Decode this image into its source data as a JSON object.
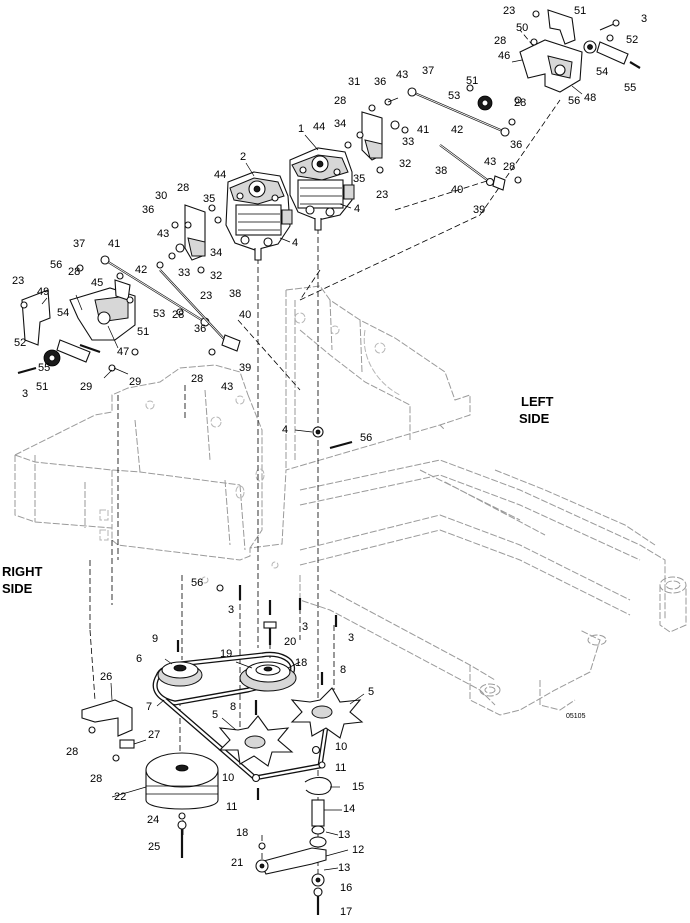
{
  "diagram": {
    "side_labels": {
      "left_line1": "LEFT",
      "left_line2": "SIDE",
      "right_line1": "RIGHT",
      "right_line2": "SIDE"
    },
    "figure_code": "05105",
    "callouts": [
      {
        "id": "c1",
        "text": "1"
      },
      {
        "id": "c2",
        "text": "2"
      },
      {
        "id": "c3a",
        "text": "3"
      },
      {
        "id": "c3b",
        "text": "3"
      },
      {
        "id": "c3c",
        "text": "3"
      },
      {
        "id": "c3d",
        "text": "3"
      },
      {
        "id": "c3e",
        "text": "3"
      },
      {
        "id": "c4a",
        "text": "4"
      },
      {
        "id": "c4b",
        "text": "4"
      },
      {
        "id": "c4c",
        "text": "4"
      },
      {
        "id": "c5a",
        "text": "5"
      },
      {
        "id": "c5b",
        "text": "5"
      },
      {
        "id": "c6",
        "text": "6"
      },
      {
        "id": "c7",
        "text": "7"
      },
      {
        "id": "c8a",
        "text": "8"
      },
      {
        "id": "c8b",
        "text": "8"
      },
      {
        "id": "c9",
        "text": "9"
      },
      {
        "id": "c10a",
        "text": "10"
      },
      {
        "id": "c10b",
        "text": "10"
      },
      {
        "id": "c11a",
        "text": "11"
      },
      {
        "id": "c11b",
        "text": "11"
      },
      {
        "id": "c12",
        "text": "12"
      },
      {
        "id": "c13a",
        "text": "13"
      },
      {
        "id": "c13b",
        "text": "13"
      },
      {
        "id": "c14",
        "text": "14"
      },
      {
        "id": "c15",
        "text": "15"
      },
      {
        "id": "c16",
        "text": "16"
      },
      {
        "id": "c17",
        "text": "17"
      },
      {
        "id": "c18a",
        "text": "18"
      },
      {
        "id": "c18b",
        "text": "18"
      },
      {
        "id": "c19",
        "text": "19"
      },
      {
        "id": "c20",
        "text": "20"
      },
      {
        "id": "c21",
        "text": "21"
      },
      {
        "id": "c22",
        "text": "22"
      },
      {
        "id": "c23a",
        "text": "23"
      },
      {
        "id": "c23b",
        "text": "23"
      },
      {
        "id": "c23c",
        "text": "23"
      },
      {
        "id": "c23d",
        "text": "23"
      },
      {
        "id": "c24",
        "text": "24"
      },
      {
        "id": "c25",
        "text": "25"
      },
      {
        "id": "c26",
        "text": "26"
      },
      {
        "id": "c27",
        "text": "27"
      },
      {
        "id": "c28a",
        "text": "28"
      },
      {
        "id": "c28b",
        "text": "28"
      },
      {
        "id": "c28c",
        "text": "28"
      },
      {
        "id": "c28d",
        "text": "28"
      },
      {
        "id": "c28e",
        "text": "28"
      },
      {
        "id": "c28f",
        "text": "28"
      },
      {
        "id": "c28g",
        "text": "28"
      },
      {
        "id": "c28h",
        "text": "28"
      },
      {
        "id": "c28i",
        "text": "28"
      },
      {
        "id": "c28j",
        "text": "28"
      },
      {
        "id": "c29a",
        "text": "29"
      },
      {
        "id": "c29b",
        "text": "29"
      },
      {
        "id": "c30",
        "text": "30"
      },
      {
        "id": "c31",
        "text": "31"
      },
      {
        "id": "c32a",
        "text": "32"
      },
      {
        "id": "c32b",
        "text": "32"
      },
      {
        "id": "c33a",
        "text": "33"
      },
      {
        "id": "c33b",
        "text": "33"
      },
      {
        "id": "c34a",
        "text": "34"
      },
      {
        "id": "c34b",
        "text": "34"
      },
      {
        "id": "c35a",
        "text": "35"
      },
      {
        "id": "c35b",
        "text": "35"
      },
      {
        "id": "c36a",
        "text": "36"
      },
      {
        "id": "c36b",
        "text": "36"
      },
      {
        "id": "c36c",
        "text": "36"
      },
      {
        "id": "c36d",
        "text": "36"
      },
      {
        "id": "c37a",
        "text": "37"
      },
      {
        "id": "c37b",
        "text": "37"
      },
      {
        "id": "c38a",
        "text": "38"
      },
      {
        "id": "c38b",
        "text": "38"
      },
      {
        "id": "c39a",
        "text": "39"
      },
      {
        "id": "c39b",
        "text": "39"
      },
      {
        "id": "c40a",
        "text": "40"
      },
      {
        "id": "c40b",
        "text": "40"
      },
      {
        "id": "c41a",
        "text": "41"
      },
      {
        "id": "c41b",
        "text": "41"
      },
      {
        "id": "c42a",
        "text": "42"
      },
      {
        "id": "c42b",
        "text": "42"
      },
      {
        "id": "c43a",
        "text": "43"
      },
      {
        "id": "c43b",
        "text": "43"
      },
      {
        "id": "c43c",
        "text": "43"
      },
      {
        "id": "c43d",
        "text": "43"
      },
      {
        "id": "c44a",
        "text": "44"
      },
      {
        "id": "c44b",
        "text": "44"
      },
      {
        "id": "c45",
        "text": "45"
      },
      {
        "id": "c46",
        "text": "46"
      },
      {
        "id": "c47",
        "text": "47"
      },
      {
        "id": "c48",
        "text": "48"
      },
      {
        "id": "c49",
        "text": "49"
      },
      {
        "id": "c50",
        "text": "50"
      },
      {
        "id": "c51a",
        "text": "51"
      },
      {
        "id": "c51b",
        "text": "51"
      },
      {
        "id": "c51c",
        "text": "51"
      },
      {
        "id": "c51d",
        "text": "51"
      },
      {
        "id": "c52a",
        "text": "52"
      },
      {
        "id": "c52b",
        "text": "52"
      },
      {
        "id": "c53a",
        "text": "53"
      },
      {
        "id": "c53b",
        "text": "53"
      },
      {
        "id": "c54a",
        "text": "54"
      },
      {
        "id": "c54b",
        "text": "54"
      },
      {
        "id": "c55a",
        "text": "55"
      },
      {
        "id": "c55b",
        "text": "55"
      },
      {
        "id": "c56a",
        "text": "56"
      },
      {
        "id": "c56b",
        "text": "56"
      },
      {
        "id": "c56c",
        "text": "56"
      },
      {
        "id": "c56d",
        "text": "56"
      },
      {
        "id": "c56e",
        "text": "56"
      }
    ]
  }
}
